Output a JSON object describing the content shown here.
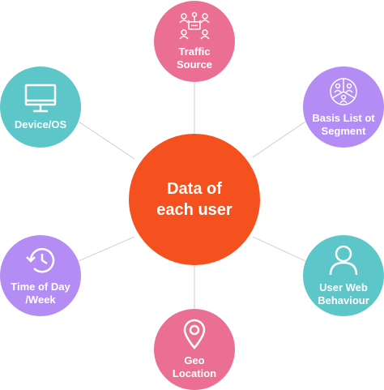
{
  "center": {
    "label": "Data of\neach user",
    "color": "#f4511e"
  },
  "nodes": {
    "traffic_source": {
      "label": "Traffic\nSource",
      "color": "#ea6f93",
      "icon": "network-people-icon"
    },
    "device_os": {
      "label": "Device/OS",
      "color": "#5cc6c9",
      "icon": "monitor-icon"
    },
    "basis_list": {
      "label": "Basis List ot\nSegment",
      "color": "#b38df3",
      "icon": "segment-pie-icon"
    },
    "time_of_day": {
      "label": "Time of Day\n/Week",
      "color": "#b38df3",
      "icon": "history-clock-icon"
    },
    "user_web": {
      "label": "User Web\nBehaviour",
      "color": "#5cc6c9",
      "icon": "user-icon"
    },
    "geo_location": {
      "label": "Geo\nLocation",
      "color": "#ea6f93",
      "icon": "location-pin-icon"
    }
  },
  "connector_color": "#d6d6d6"
}
